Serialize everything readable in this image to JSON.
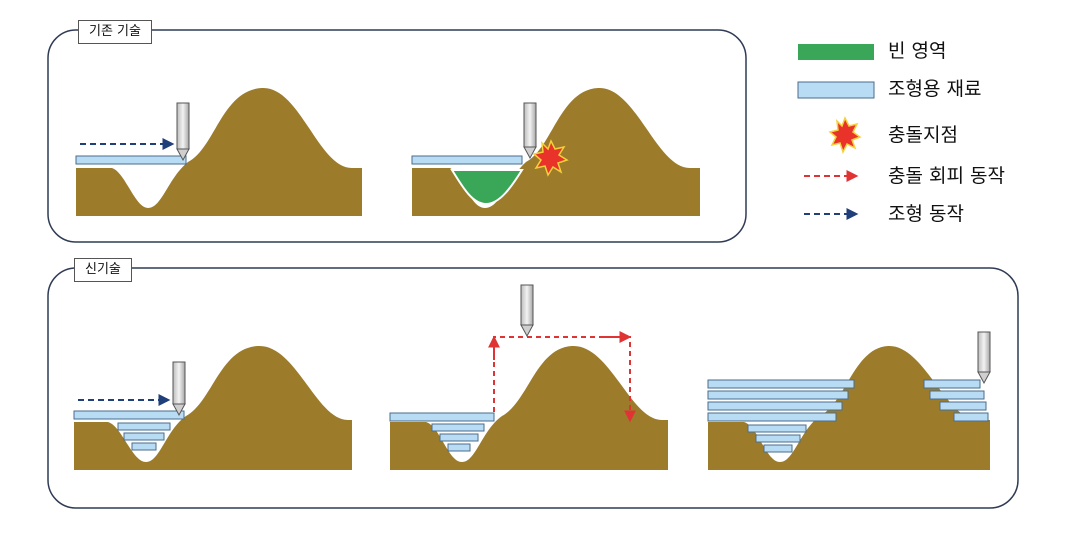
{
  "panels": {
    "prior": {
      "label": "기존 기술"
    },
    "new": {
      "label": "신기술"
    }
  },
  "legend": {
    "empty_region": "빈 영역",
    "build_material": "조형용 재료",
    "collision_point": "충돌지점",
    "collision_avoidance": "충돌 회피 동작",
    "build_motion": "조형 동작"
  },
  "colors": {
    "terrain": "#9c7b2b",
    "material_fill": "#b9dcf5",
    "material_stroke": "#4a6c8c",
    "empty_region": "#3aa657",
    "build_arrow": "#1f3f7a",
    "avoid_arrow": "#e03434",
    "panel_border": "#2f3b55",
    "collision_burst": "#e8322a"
  },
  "icons": [
    "nozzle-icon",
    "collision-burst-icon",
    "dashed-arrow-icon"
  ]
}
